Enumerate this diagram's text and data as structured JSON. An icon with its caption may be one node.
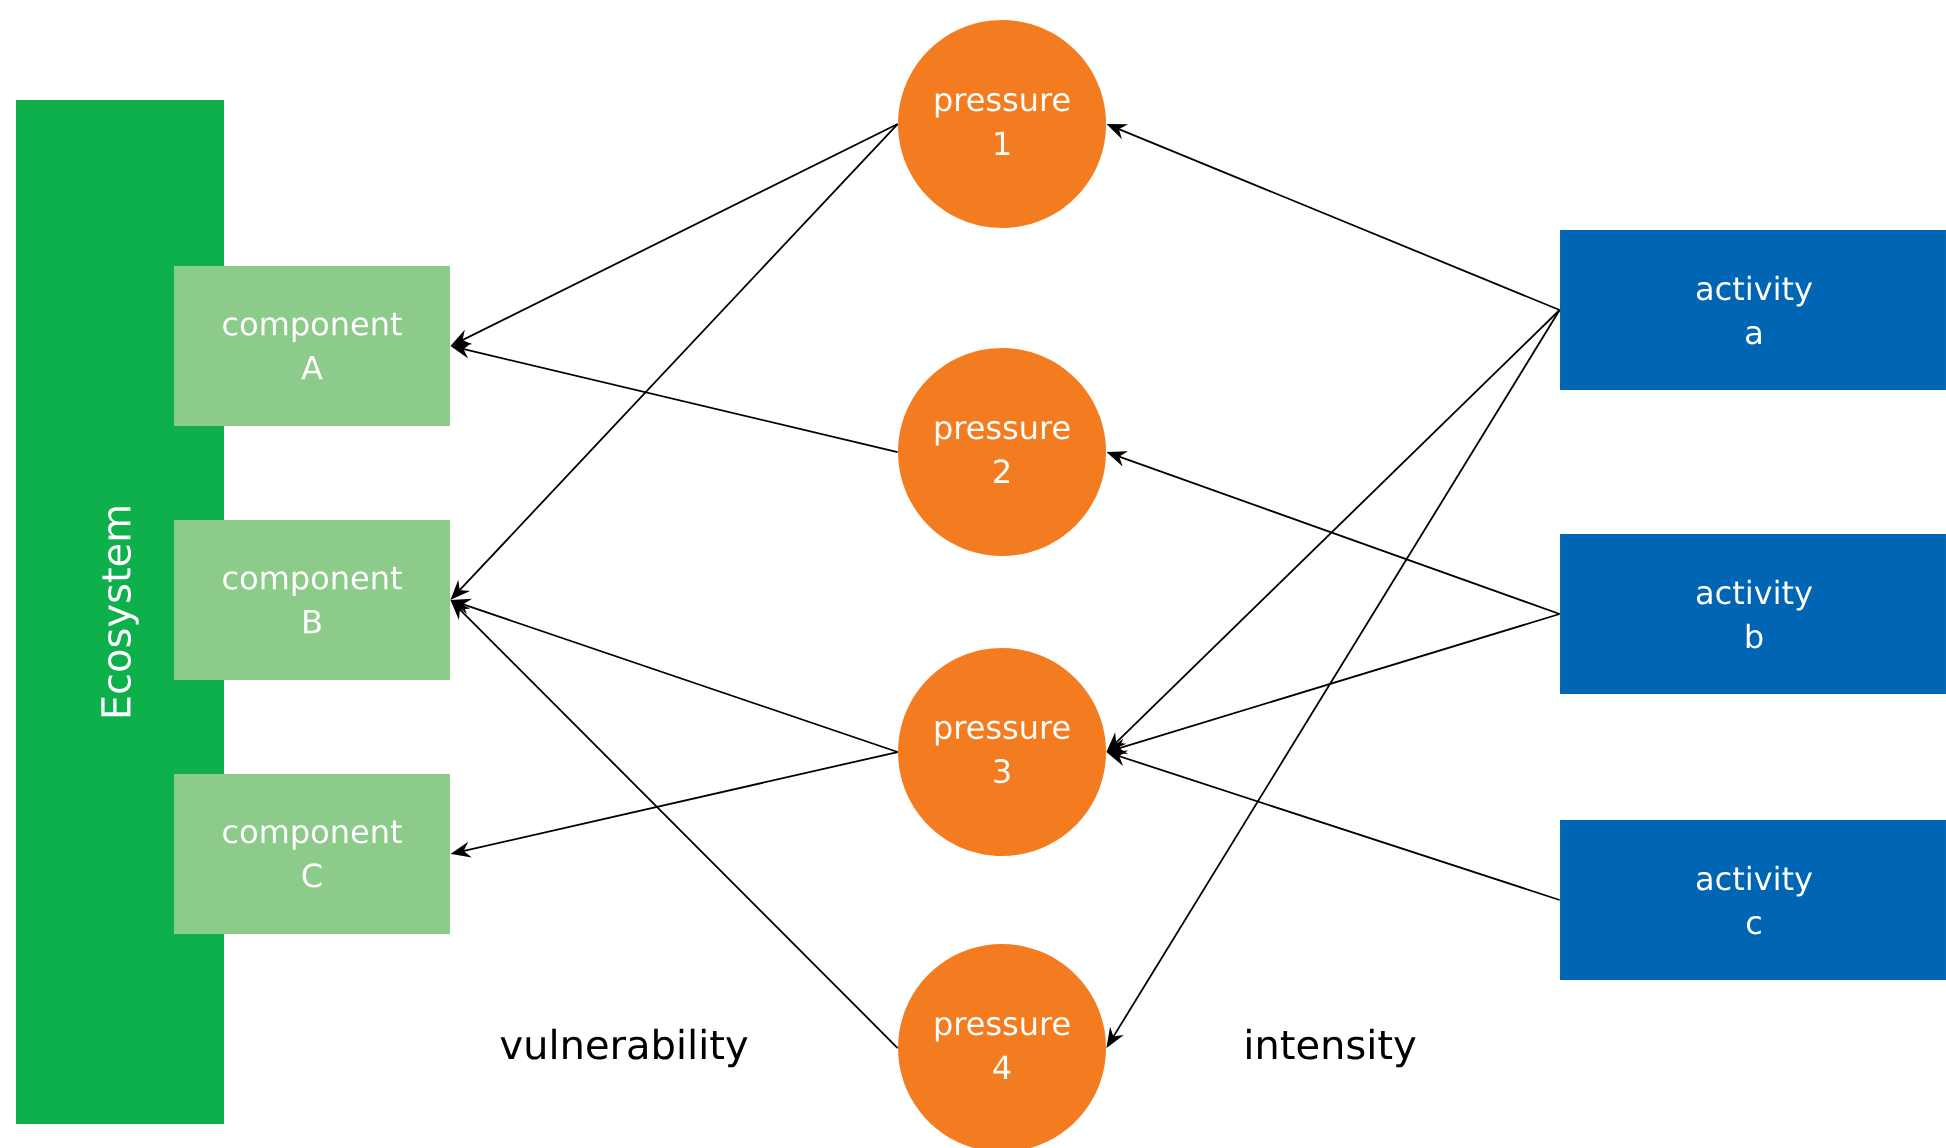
{
  "diagram": {
    "nodes": [
      {
        "text": [
          "Ecosystem"
        ]
      },
      {
        "text": [
          "component A"
        ]
      },
      {
        "text": [
          "component B"
        ]
      },
      {
        "text": [
          "component C"
        ]
      },
      {
        "text": [
          "pressure 1"
        ]
      },
      {
        "text": [
          "pressure 2"
        ]
      },
      {
        "text": [
          "pressure 3"
        ]
      },
      {
        "text": [
          "pressure 4"
        ]
      },
      {
        "text": [
          "activity a"
        ]
      },
      {
        "text": [
          "activity b"
        ]
      },
      {
        "text": [
          "activity c"
        ]
      }
    ],
    "edges": [
      {
        "from": 8,
        "to": 4,
        "arrow": "to"
      },
      {
        "from": 8,
        "to": 6,
        "arrow": "to"
      },
      {
        "from": 8,
        "to": 7,
        "arrow": "to"
      },
      {
        "from": 9,
        "to": 5,
        "arrow": "to"
      },
      {
        "from": 9,
        "to": 6,
        "arrow": "to"
      },
      {
        "from": 10,
        "to": 6,
        "arrow": "to"
      },
      {
        "from": 4,
        "to": 1,
        "arrow": "to"
      },
      {
        "from": 4,
        "to": 2,
        "arrow": "to"
      },
      {
        "from": 5,
        "to": 1,
        "arrow": "to"
      },
      {
        "from": 6,
        "to": 2,
        "arrow": "to"
      },
      {
        "from": 6,
        "to": 3,
        "arrow": "to"
      },
      {
        "from": 7,
        "to": 2,
        "arrow": "to"
      }
    ],
    "labels": [
      "vulnerability",
      "intensity"
    ]
  }
}
